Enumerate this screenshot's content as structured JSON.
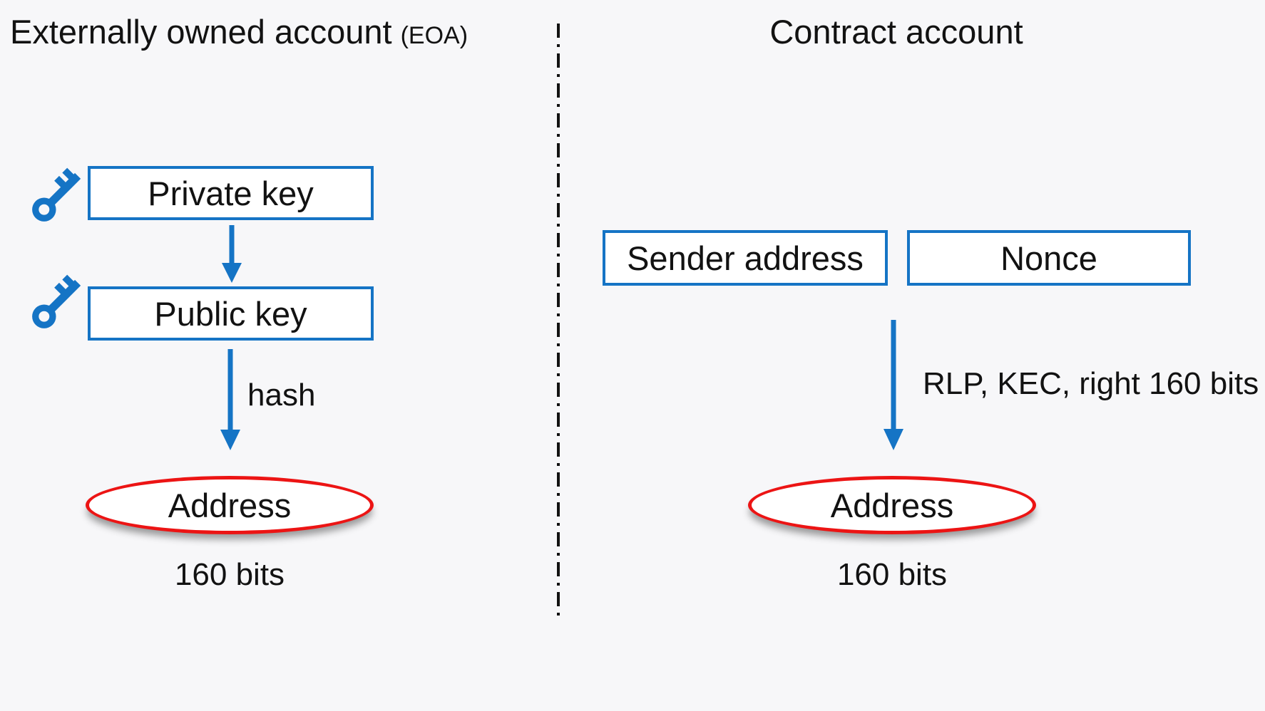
{
  "diagram": {
    "left": {
      "title": "Externally owned account",
      "title_abbrev": "(EOA)",
      "private_key_label": "Private key",
      "public_key_label": "Public key",
      "arrow_label": "hash",
      "address_label": "Address",
      "bits_label": "160 bits"
    },
    "right": {
      "title": "Contract account",
      "sender_label": "Sender address",
      "nonce_label": "Nonce",
      "arrow_label": "RLP, KEC, right 160 bits",
      "address_label": "Address",
      "bits_label": "160 bits"
    },
    "colors": {
      "accent_blue": "#1574c5",
      "accent_red": "#ec1414",
      "background": "#f7f7f9",
      "text": "#121212"
    },
    "icons": {
      "key": "key-icon"
    }
  }
}
